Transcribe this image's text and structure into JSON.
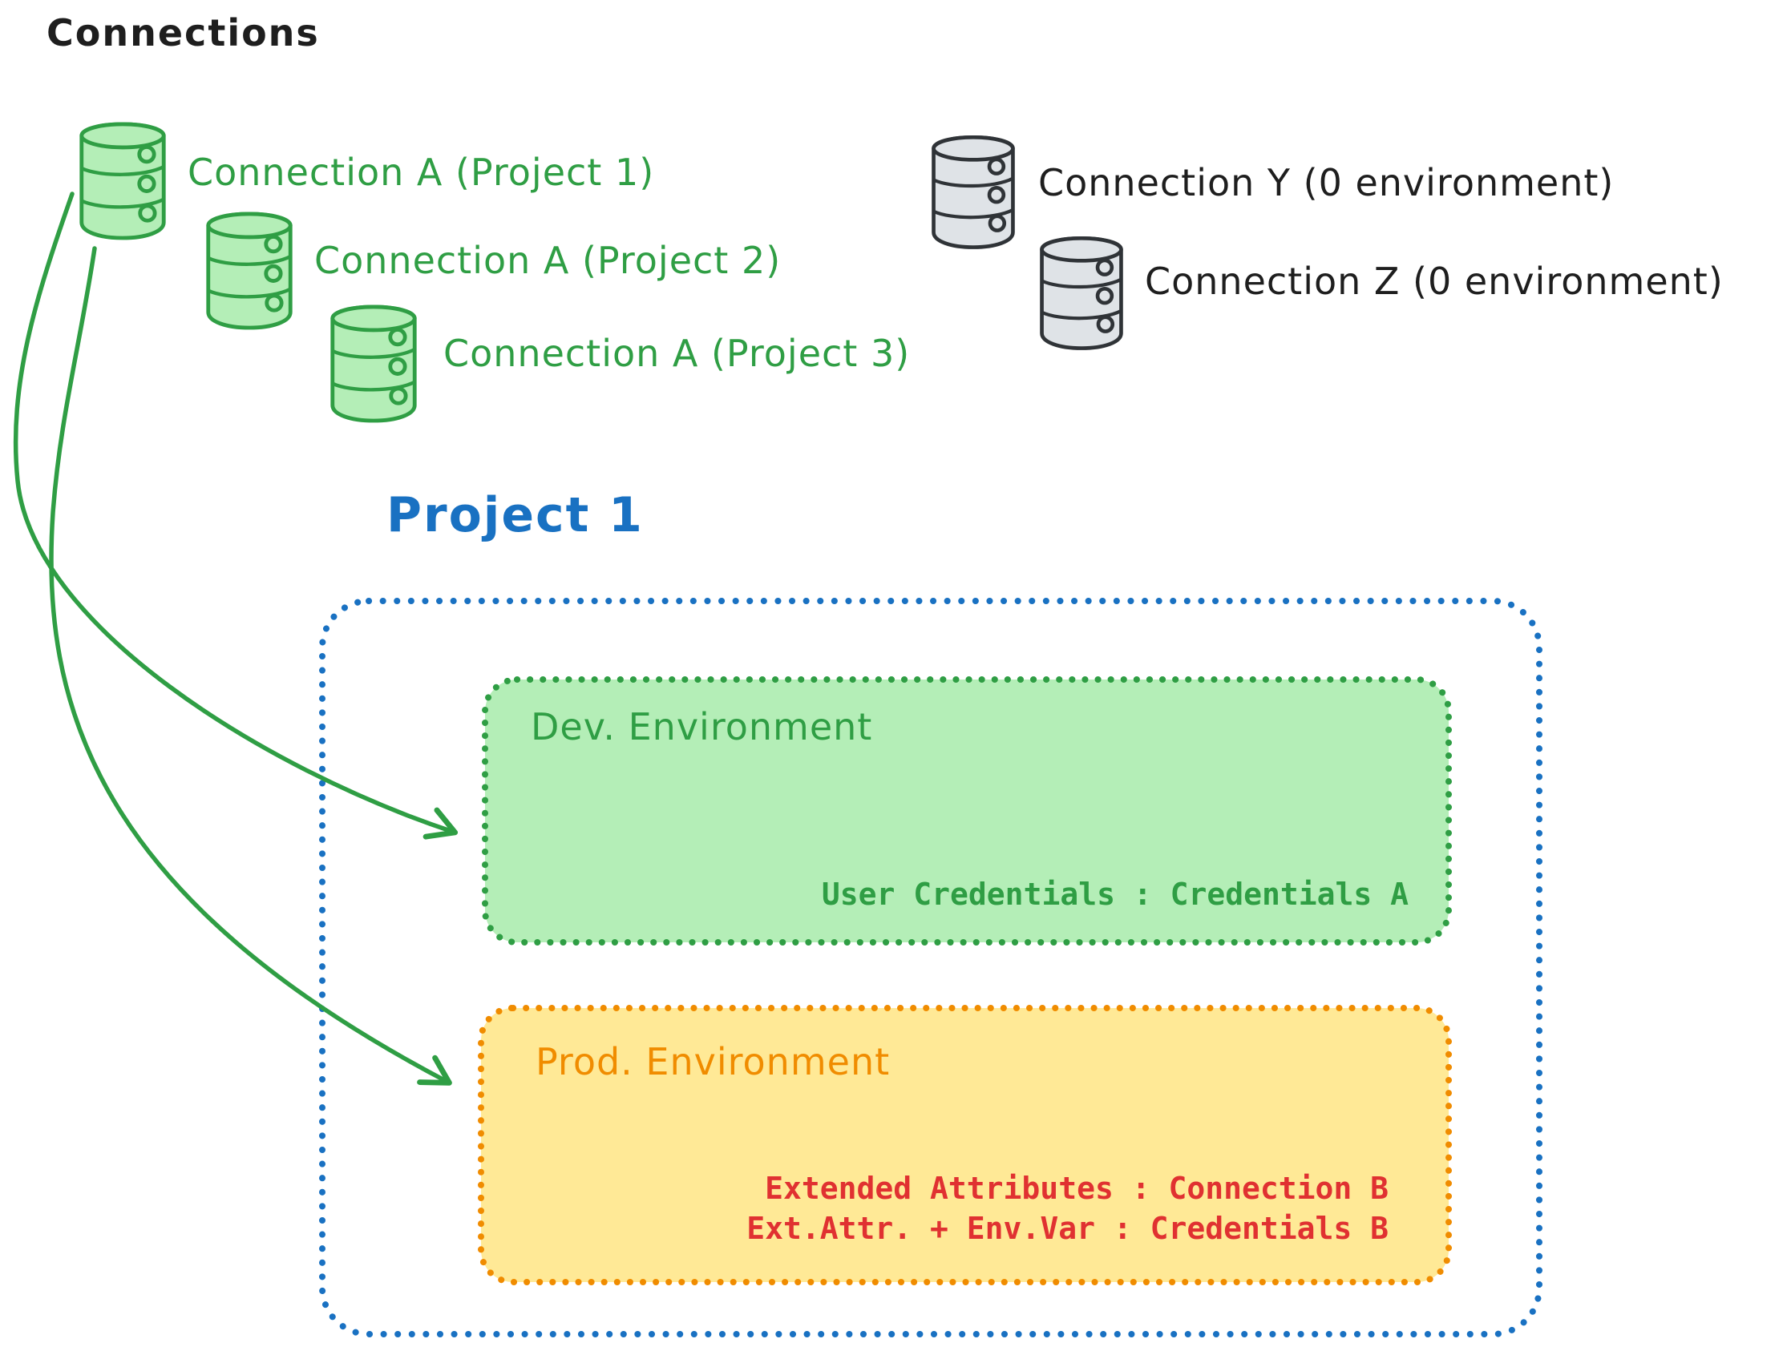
{
  "title": "Connections",
  "colors": {
    "green_stroke": "#2f9e44",
    "green_fill": "#b4eeb7",
    "gray_stroke": "#2f3337",
    "gray_fill": "#dfe3e7",
    "blue": "#1971c2",
    "orange": "#f08c00",
    "yellow_fill": "#ffe996",
    "red": "#e03131",
    "black": "#1e1e1e"
  },
  "green_connections": [
    {
      "icon": "database-icon",
      "label": "Connection A (Project 1)"
    },
    {
      "icon": "database-icon",
      "label": "Connection A (Project 2)"
    },
    {
      "icon": "database-icon",
      "label": "Connection A (Project 3)"
    }
  ],
  "gray_connections": [
    {
      "icon": "database-icon",
      "label": "Connection Y (0 environment)"
    },
    {
      "icon": "database-icon",
      "label": "Connection Z (0 environment)"
    }
  ],
  "project": {
    "title": "Project 1",
    "dev": {
      "title": "Dev. Environment",
      "credentials": "User Credentials : Credentials A"
    },
    "prod": {
      "title": "Prod. Environment",
      "lines": [
        "Extended Attributes : Connection B",
        "Ext.Attr. + Env.Var : Credentials B"
      ]
    }
  }
}
